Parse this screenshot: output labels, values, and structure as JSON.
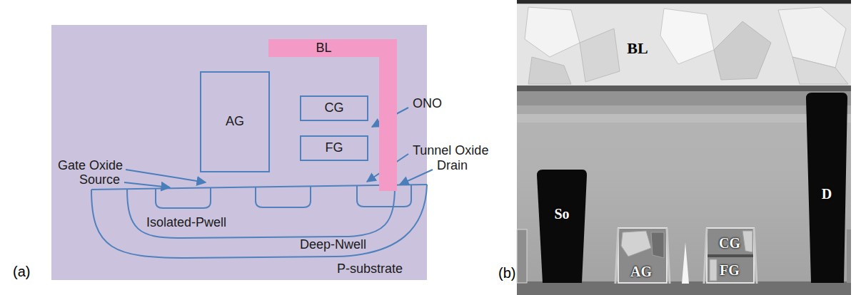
{
  "diagram": {
    "nodes": [
      {
        "text": [
          "BL"
        ]
      },
      {
        "text": [
          "AG"
        ]
      },
      {
        "text": [
          "CG"
        ]
      },
      {
        "text": [
          "FG"
        ]
      }
    ],
    "labels": [
      "ONO",
      "Gate Oxide",
      "Source",
      "Tunnel Oxide",
      "Drain",
      "Isolated-Pwell",
      "Deep-Nwell",
      "P-substrate",
      "(a)",
      "BL",
      "So",
      "D",
      "CG",
      "FG",
      "AG",
      "(b)"
    ]
  }
}
